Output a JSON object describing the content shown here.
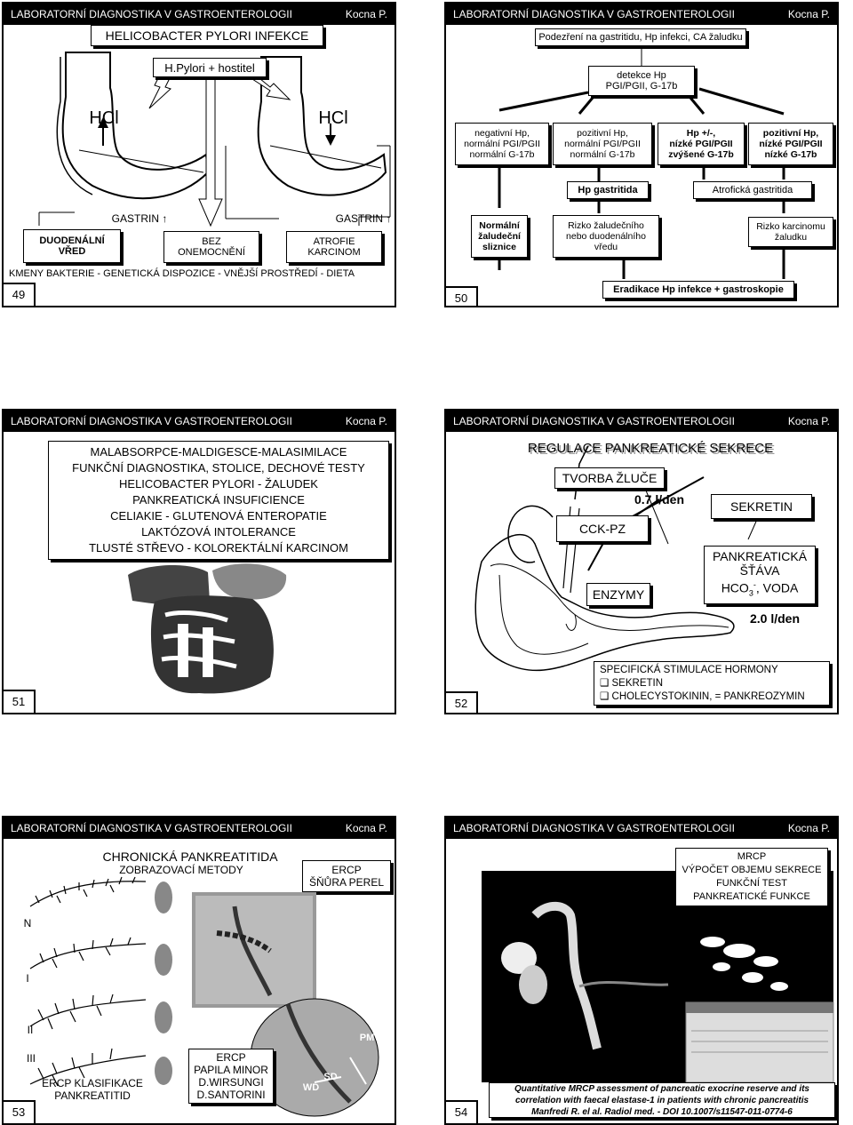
{
  "header": {
    "title": "LABORATORNÍ DIAGNOSTIKA V GASTROENTEROLOGII",
    "author": "Kocna P."
  },
  "s49": {
    "number": "49",
    "title": "HELICOBACTER PYLORI INFEKCE",
    "subtitle": "H.Pylori + hostitel",
    "hcl_left": "HCl",
    "hcl_right": "HCl",
    "gastrin_left": "GASTRIN",
    "gastrin_right": "GASTRIN",
    "outcome_1": "DUODENÁLNÍ\nVŘED",
    "outcome_2": "BEZ\nONEMOCNĚNÍ",
    "outcome_3": "ATROFIE\nKARCINOM",
    "footer": "KMENY BAKTERIE - GENETICKÁ DISPOZICE - VNĚJŠÍ PROSTŘEDÍ - DIETA"
  },
  "s50": {
    "number": "50",
    "title": "Podezření na gastritidu, Hp infekci, CA žaludku",
    "detect": "detekce Hp\nPGI/PGII, G-17b",
    "c1": "negativní Hp,\nnormální PGI/PGII\nnormální G-17b",
    "c2": "pozitivní Hp,\nnormální PGI/PGII\nnormální G-17b",
    "c3": "Hp +/-,\nnízké PGI/PGII\nzvýšené G-17b",
    "c4": "pozitivní Hp,\nnízké PGI/PGII\nnízké G-17b",
    "gastritis": "Hp gastritida",
    "atrophic": "Atrofická gastritida",
    "r1": "Normální\nžaludeční\nsliznice",
    "r2": "Rizko žaludečního\nnebo duodenálního\nvředu",
    "r3": "Rizko karcinomu\nžaludku",
    "bottom": "Eradikace Hp infekce + gastroskopie"
  },
  "s51": {
    "number": "51",
    "lines": [
      "MALABSORPCE-MALDIGESCE-MALASIMILACE",
      "FUNKČNÍ DIAGNOSTIKA, STOLICE, DECHOVÉ TESTY",
      "HELICOBACTER PYLORI - ŽALUDEK",
      "PANKREATICKÁ INSUFICIENCE",
      "CELIAKIE - GLUTENOVÁ ENTEROPATIE",
      "LAKTÓZOVÁ INTOLERANCE",
      "TLUSTÉ STŘEVO - KOLOREKTÁLNÍ KARCINOM"
    ]
  },
  "s52": {
    "number": "52",
    "title": "REGULACE PANKREATICKÉ SEKRECE",
    "bile": "TVORBA ŽLUČE",
    "bile_rate": "0.7 l/den",
    "sekretin": "SEKRETIN",
    "cckpz": "CCK-PZ",
    "juice": "PANKREATICKÁ\nŠŤÁVA",
    "hco_a": "HCO",
    "hco_sub": "3",
    "hco_sup": "-",
    "hco_b": ", VODA",
    "enzymes": "ENZYMY",
    "juice_rate": "2.0 l/den",
    "stim_title": "SPECIFICKÁ STIMULACE HORMONY",
    "stim_1": "SEKRETIN",
    "stim_2": "CHOLECYSTOKININ, = PANKREOZYMIN"
  },
  "s53": {
    "number": "53",
    "title": "CHRONICKÁ PANKREATITIDA",
    "subtitle": "ZOBRAZOVACÍ METODY",
    "ercp": "ERCP\nŠŇŮRA PEREL",
    "grade_n": "N",
    "grade_1": "I",
    "grade_2": "II",
    "grade_3": "III",
    "class": "ERCP KLASIFIKACE\nPANKREATITID",
    "papila": "ERCP\nPAPILA MINOR\nD.WIRSUNGI\nD.SANTORINI",
    "lbl_pm": "PM",
    "lbl_sd": "SD",
    "lbl_wd": "WD"
  },
  "s54": {
    "number": "54",
    "mrcp": "MRCP\nVÝPOČET OBJEMU SEKRECE\nFUNKČNÍ TEST\nPANKREATICKÉ FUNKCE",
    "caption": "Quantitative MRCP assessment of pancreatic exocrine reserve and its\ncorrelation with faecal elastase-1 in patients with chronic pancreatitis\nManfredi R. el al. Radiol med. - DOI 10.1007/s11547-011-0774-6"
  }
}
